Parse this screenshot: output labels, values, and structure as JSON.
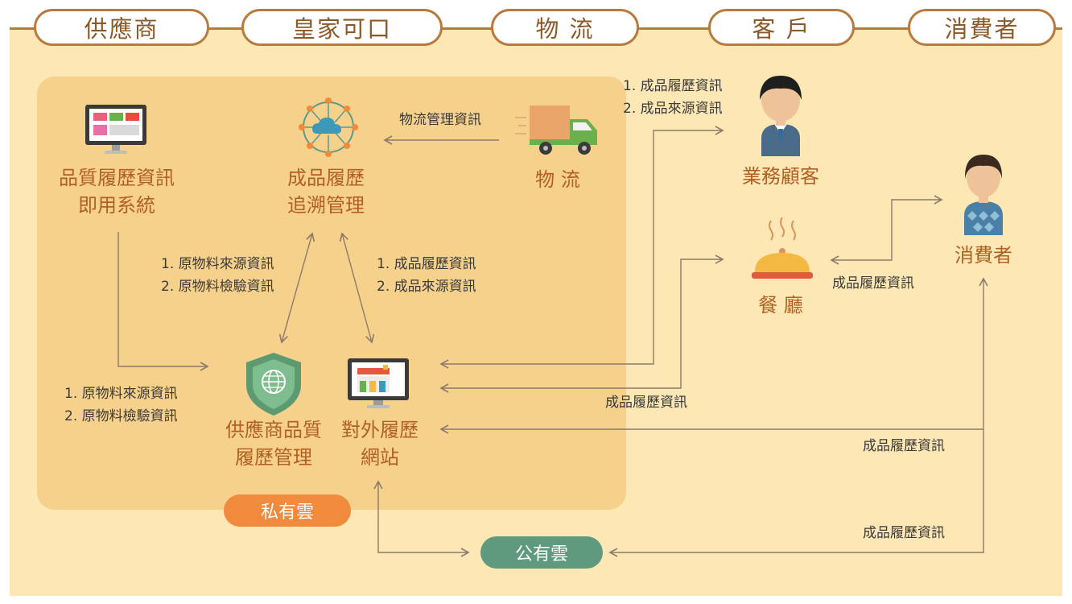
{
  "headers": [
    "供應商",
    "皇家可口",
    "物 流",
    "客 戶",
    "消費者"
  ],
  "nodes": {
    "quality_system": "品質履歷資訊\n即用系統",
    "trace_mgmt": "成品履歷\n追溯管理",
    "logistics": "物 流",
    "business_client": "業務顧客",
    "restaurant": "餐 廳",
    "consumer": "消費者",
    "supplier_mgmt": "供應商品質\n履歷管理",
    "external_site": "對外履歷\n網站"
  },
  "edge_labels": {
    "logistics_info": "物流管理資訊",
    "client_info": "1. 成品履歷資訊\n2. 成品來源資訊",
    "raw_info_mid": "1. 原物料來源資訊\n2. 原物料檢驗資訊",
    "product_info_mid": "1. 成品履歷資訊\n2. 成品來源資訊",
    "raw_info_left": "1. 原物料來源資訊\n2. 原物料檢驗資訊",
    "restaurant_info": "成品履歷資訊",
    "site_restaurant_info": "成品履歷資訊",
    "consumer_site_info": "成品履歷資訊",
    "public_cloud_info": "成品履歷資訊"
  },
  "clouds": {
    "private": "私有雲",
    "public": "公有雲"
  },
  "colors": {
    "background": "#fde7b5",
    "private_zone": "#f6d18c",
    "private_pill": "#f08a3c",
    "public_pill": "#5f9a7e",
    "text": "#b25f22"
  }
}
